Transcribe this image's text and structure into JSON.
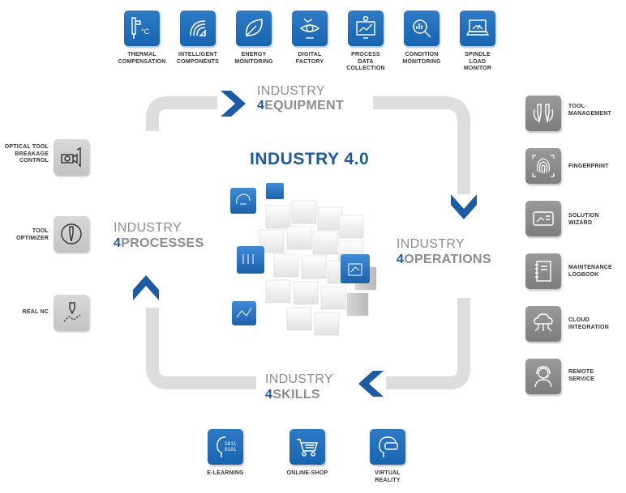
{
  "title": "INDUSTRY 4.0",
  "colors": {
    "brand_blue": "#1b5aa5",
    "tile_blue": "#2270bd",
    "tile_gray": "#8a8a8a",
    "loop_gray": "#dcdcdc",
    "text_gray": "#8c8c8c"
  },
  "pillars": {
    "equipment": {
      "industry": "INDUSTRY",
      "num": "4",
      "word": "EQUIPMENT"
    },
    "operations": {
      "industry": "INDUSTRY",
      "num": "4",
      "word": "OPERATIONS"
    },
    "skills": {
      "industry": "INDUSTRY",
      "num": "4",
      "word": "SKILLS"
    },
    "processes": {
      "industry": "INDUSTRY",
      "num": "4",
      "word": "PROCESSES"
    }
  },
  "equipment_items": [
    {
      "label": "THERMAL COMPENSATION",
      "icon": "caliper-thermometer-icon"
    },
    {
      "label": "INTELLIGENT COMPONENTS",
      "icon": "wifi-spindle-icon"
    },
    {
      "label": "ENERGY MONITORING",
      "icon": "leaf-icon"
    },
    {
      "label": "DIGITAL FACTORY",
      "icon": "robot-arm-icon"
    },
    {
      "label": "PROCESS DATA COLLECTION",
      "icon": "monitor-chart-icon"
    },
    {
      "label": "CONDITION MONITORING",
      "icon": "magnifier-chart-icon"
    },
    {
      "label": "SPINDLE LOAD MONITOR",
      "icon": "laptop-gauge-icon"
    }
  ],
  "operations_items": [
    {
      "label": "TOOL-MANAGEMENT",
      "icon": "tools-cycle-icon"
    },
    {
      "label": "FINGERPRINT",
      "icon": "fingerprint-icon"
    },
    {
      "label": "SOLUTION WIZARD",
      "icon": "tablet-hand-icon"
    },
    {
      "label": "MAINTENANCE LOGBOOK",
      "icon": "notebook-icon"
    },
    {
      "label": "CLOUD INTEGRATION",
      "icon": "cloud-network-icon"
    },
    {
      "label": "REMOTE SERVICE",
      "icon": "headset-agent-icon"
    }
  ],
  "skills_items": [
    {
      "label": "E-LEARNING",
      "icon": "head-binary-icon"
    },
    {
      "label": "ONLINE-SHOP",
      "icon": "shopping-cart-icon"
    },
    {
      "label": "VIRTUAL REALITY",
      "icon": "vr-headset-icon"
    }
  ],
  "processes_items": [
    {
      "label": "OPTICAL TOOL BREAKAGE CONTROL",
      "icon": "camera-tool-icon"
    },
    {
      "label": "TOOL OPTIMIZER",
      "icon": "drill-cycle-icon"
    },
    {
      "label": "REAL NC",
      "icon": "cnc-path-icon"
    }
  ]
}
